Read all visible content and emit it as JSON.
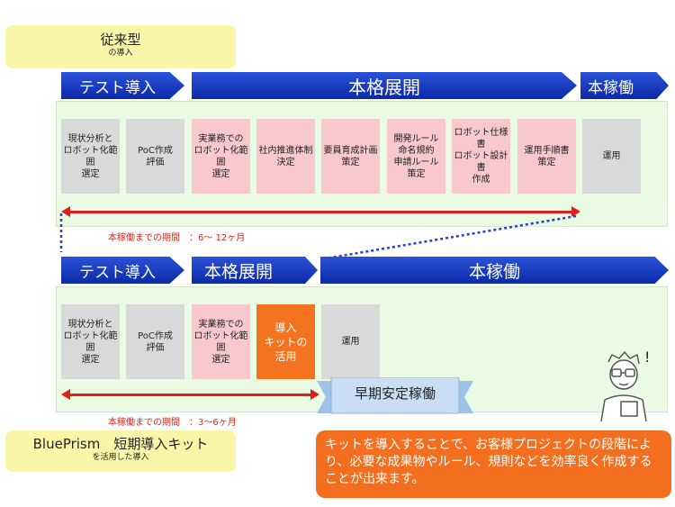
{
  "traditional": {
    "title": "従来型",
    "subtitle": "の導入",
    "phases": {
      "test": "テスト導入",
      "rollout": "本格展開",
      "production": "本稼働"
    },
    "cards": [
      {
        "text": "現状分析と\nロボット化範囲\n選定",
        "style": "gray"
      },
      {
        "text": "PoC作成\n評価",
        "style": "gray"
      },
      {
        "text": "実業務での\nロボット化範囲\n選定",
        "style": "pink"
      },
      {
        "text": "社内推進体制\n決定",
        "style": "pink"
      },
      {
        "text": "要員育成計画\n策定",
        "style": "pink"
      },
      {
        "text": "開発ルール\n命名規約\n申請ルール\n策定",
        "style": "pink"
      },
      {
        "text": "ロボット仕様書\nロボット設計書\n作成",
        "style": "pink"
      },
      {
        "text": "運用手順書\n策定",
        "style": "pink"
      },
      {
        "text": "運用",
        "style": "gray"
      }
    ],
    "period": "本稼働までの期間　：6〜 12ヶ月"
  },
  "kit": {
    "title": "BluePrism　短期導入キット",
    "subtitle": "を活用した導入",
    "phases": {
      "test": "テスト導入",
      "rollout": "本格展開",
      "production": "本稼働"
    },
    "cards": [
      {
        "text": "現状分析と\nロボット化範囲\n選定",
        "style": "gray"
      },
      {
        "text": "PoC作成\n評価",
        "style": "gray"
      },
      {
        "text": "実業務での\nロボット化範囲\n選定",
        "style": "pink"
      },
      {
        "text": "導入\nキットの\n活用",
        "style": "orange"
      },
      {
        "text": "運用",
        "style": "gray"
      }
    ],
    "period": "本稼働までの期間　：3〜6ヶ月",
    "banner": "早期安定稼働"
  },
  "callout": "キットを導入することで、お客様プロジェクトの段階により、必要な成果物やルール、規則などを効率良く作成することが出来ます。",
  "colors": {
    "phase_blue": "#1a3fc4",
    "pink": "#f8c8cc",
    "gray": "#d9d9d9",
    "orange": "#f4731f",
    "red": "#e31b1b",
    "yellow": "#fbf5a8",
    "green": "#eafbe4"
  }
}
